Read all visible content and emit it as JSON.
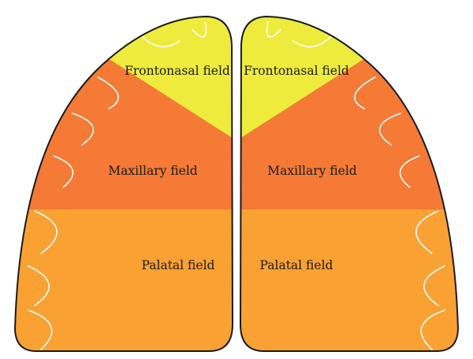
{
  "labels": {
    "frontonasal_left": "Frontonasal field",
    "frontonasal_right": "Frontonasal field",
    "maxillary_left": "Maxillary field",
    "maxillary_right": "Maxillary field",
    "palatal_left": "Palatal field",
    "palatal_right": "Palatal field"
  },
  "colors": {
    "frontonasal": "#eeeb3c",
    "maxillary": "#f47a35",
    "palatal": "#f9a233",
    "outline": "#1a1a1a",
    "scallop": "#ffffff"
  }
}
